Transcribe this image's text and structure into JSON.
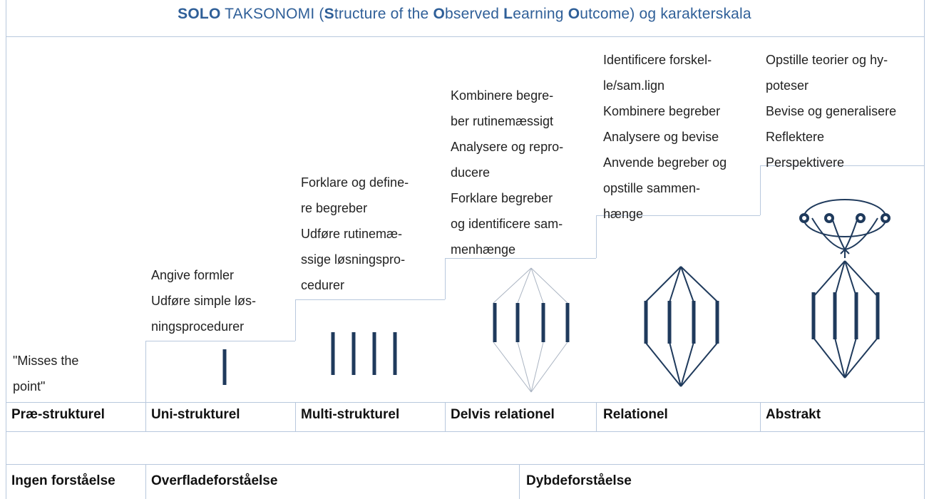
{
  "title_parts": [
    {
      "t": "SOLO",
      "b": true
    },
    {
      "t": " TAKSONOMI (",
      "b": false
    },
    {
      "t": "S",
      "b": true
    },
    {
      "t": "tructure of the ",
      "b": false
    },
    {
      "t": "O",
      "b": true
    },
    {
      "t": "bserved ",
      "b": false
    },
    {
      "t": "L",
      "b": true
    },
    {
      "t": "earning ",
      "b": false
    },
    {
      "t": "O",
      "b": true
    },
    {
      "t": "utcome) og karakterskala",
      "b": false
    }
  ],
  "levels": [
    {
      "name": "Præ-strukturel",
      "desc": [
        "\"Misses the",
        "point\""
      ]
    },
    {
      "name": "Uni-strukturel",
      "desc": [
        "Angive formler",
        "Udføre simple løs-",
        "ningsprocedurer"
      ]
    },
    {
      "name": "Multi-strukturel",
      "desc": [
        "Forklare og define-",
        "re begreber",
        "Udføre rutinemæ-",
        "ssige løsningspro-",
        "cedurer"
      ]
    },
    {
      "name": "Delvis relationel",
      "desc": [
        "Kombinere begre-",
        "ber rutinemæssigt",
        "Analysere og repro-",
        "ducere",
        "Forklare begreber",
        "og identificere sam-",
        "menhænge"
      ]
    },
    {
      "name": "Relationel",
      "desc": [
        "Identificere forskel-",
        "le/sam.lign",
        "Kombinere begreber",
        "Analysere og bevise",
        "Anvende begreber og",
        "opstille sammen-",
        "hænge"
      ]
    },
    {
      "name": "Abstrakt",
      "desc": [
        "Opstille teorier og hy-",
        "poteser",
        "Bevise og generalisere",
        "Reflektere",
        "Perspektivere"
      ]
    }
  ],
  "categories": {
    "none": "Ingen forståelse",
    "surface": "Overfladeforståelse",
    "deep": "Dybdeforståelse"
  },
  "colors": {
    "title": "#2f5f98",
    "grid": "#b8c8dd",
    "bars": "#1f3a5c"
  }
}
